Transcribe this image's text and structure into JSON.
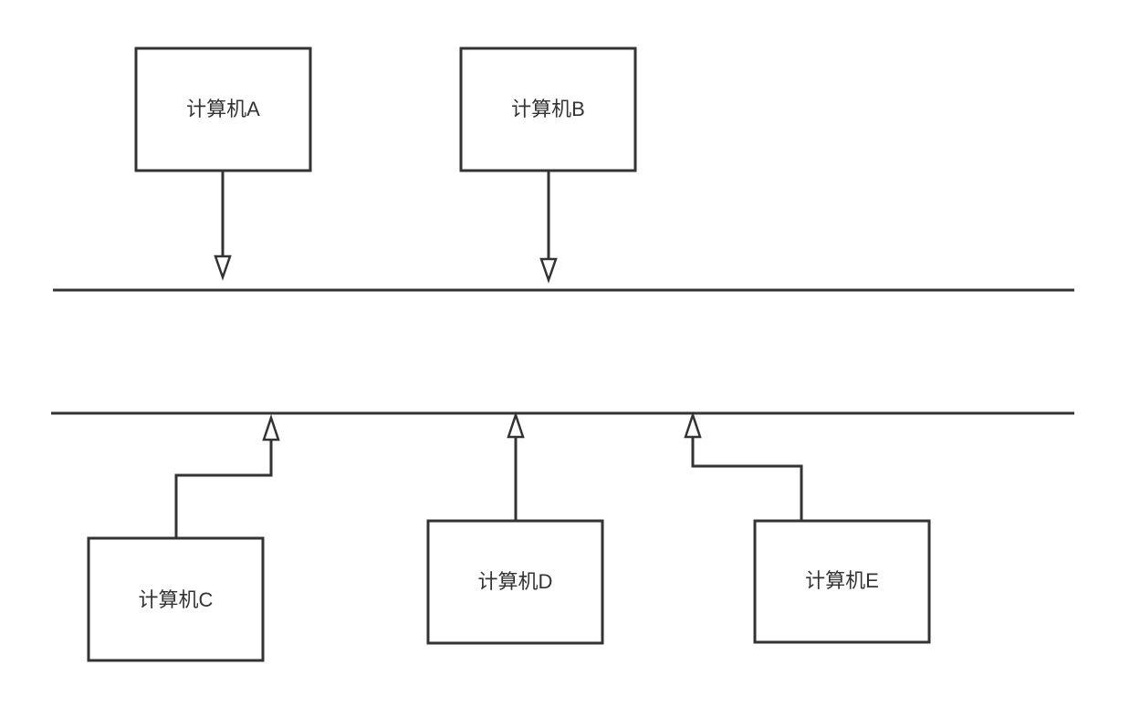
{
  "diagram": {
    "nodes": [
      {
        "id": "A",
        "label": "计算机A"
      },
      {
        "id": "B",
        "label": "计算机B"
      },
      {
        "id": "C",
        "label": "计算机C"
      },
      {
        "id": "D",
        "label": "计算机D"
      },
      {
        "id": "E",
        "label": "计算机E"
      }
    ],
    "edges": [
      {
        "from": "A",
        "to": "bus-top",
        "direction": "down"
      },
      {
        "from": "B",
        "to": "bus-top",
        "direction": "down"
      },
      {
        "from": "C",
        "to": "bus-bottom",
        "direction": "up"
      },
      {
        "from": "D",
        "to": "bus-bottom",
        "direction": "up"
      },
      {
        "from": "E",
        "to": "bus-bottom",
        "direction": "up"
      }
    ],
    "colors": {
      "stroke": "#333333",
      "background": "#ffffff"
    }
  }
}
